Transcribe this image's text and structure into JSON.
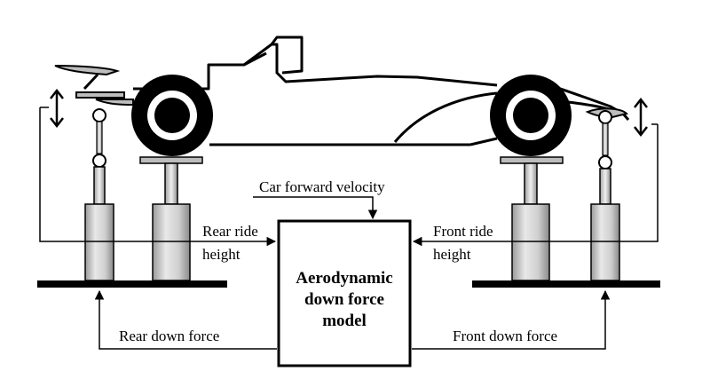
{
  "labels": {
    "car_velocity": "Car forward velocity",
    "rear_ride_line1": "Rear ride",
    "rear_ride_line2": "height",
    "front_ride_line1": "Front ride",
    "front_ride_line2": "height",
    "model_line1": "Aerodynamic",
    "model_line2": "down force",
    "model_line3": "model",
    "rear_down_force": "Rear down force",
    "front_down_force": "Front down force"
  }
}
